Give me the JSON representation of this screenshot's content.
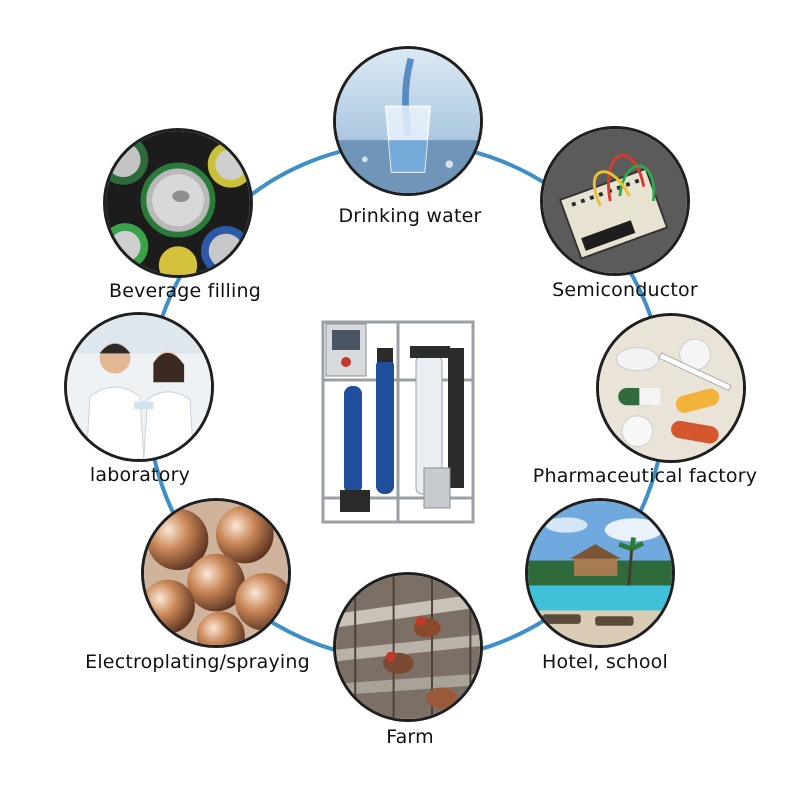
{
  "labels": {
    "drinking_water": "Drinking water",
    "beverage_filling": "Beverage filling",
    "semiconductor": "Semiconductor",
    "laboratory": "laboratory",
    "pharmaceutical_factory": "Pharmaceutical factory",
    "electroplating_spraying": "Electroplating/spraying",
    "hotel_school": "Hotel, school",
    "farm": "Farm"
  },
  "colors": {
    "ring": "#3d8fc8",
    "circle_border": "#1f1f1f",
    "machine_blue": "#1f4f9c"
  },
  "icons": {
    "center": "ro-water-treatment-machine",
    "drinking_water": "glass-of-water-image",
    "beverage_filling": "beverage-cans-image",
    "semiconductor": "circuit-board-image",
    "laboratory": "lab-scientists-image",
    "pharmaceutical_factory": "pills-image",
    "electroplating_spraying": "copper-spheres-image",
    "hotel_school": "hotel-pool-image",
    "farm": "chicken-farm-image"
  }
}
